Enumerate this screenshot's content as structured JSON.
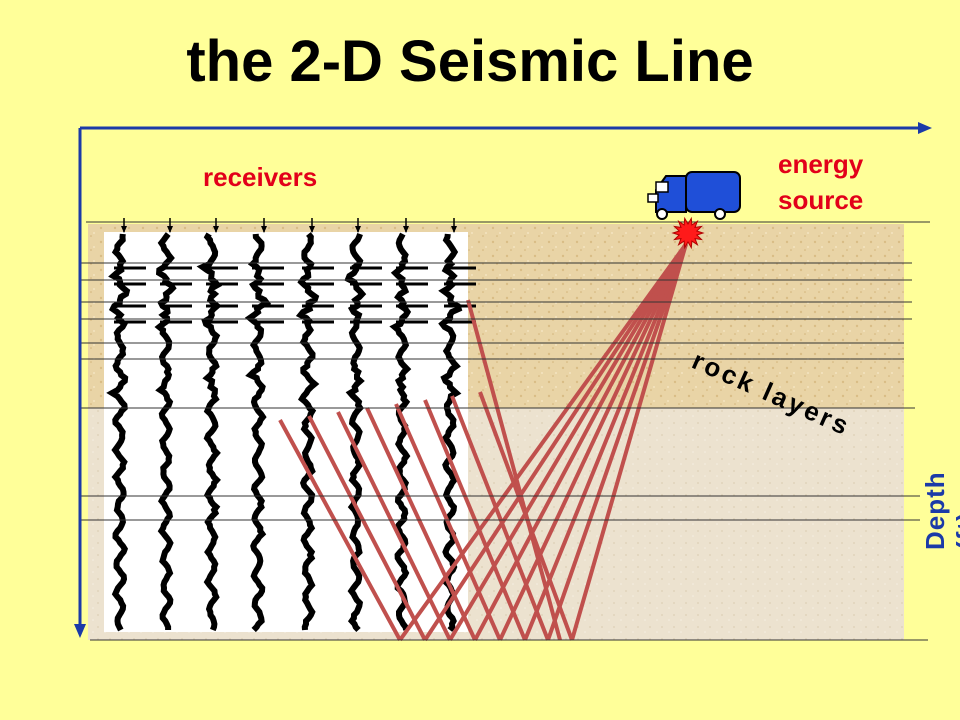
{
  "title": "the 2-D Seismic Line",
  "labels": {
    "receivers": "receivers",
    "energy_line1": "energy",
    "energy_line2": "source",
    "rock_layers": "rock layers",
    "depth": "Depth (ft)"
  },
  "colors": {
    "background": "#ffff99",
    "title": "#000000",
    "label_red": "#e2001a",
    "axis_blue": "#1b3aa8",
    "ray_red": "#c0504d",
    "truck_blue": "#1f4fd8"
  },
  "icons": {
    "truck": "truck-icon",
    "blast": "explosion-icon",
    "receiver": "arrow-down-icon"
  }
}
